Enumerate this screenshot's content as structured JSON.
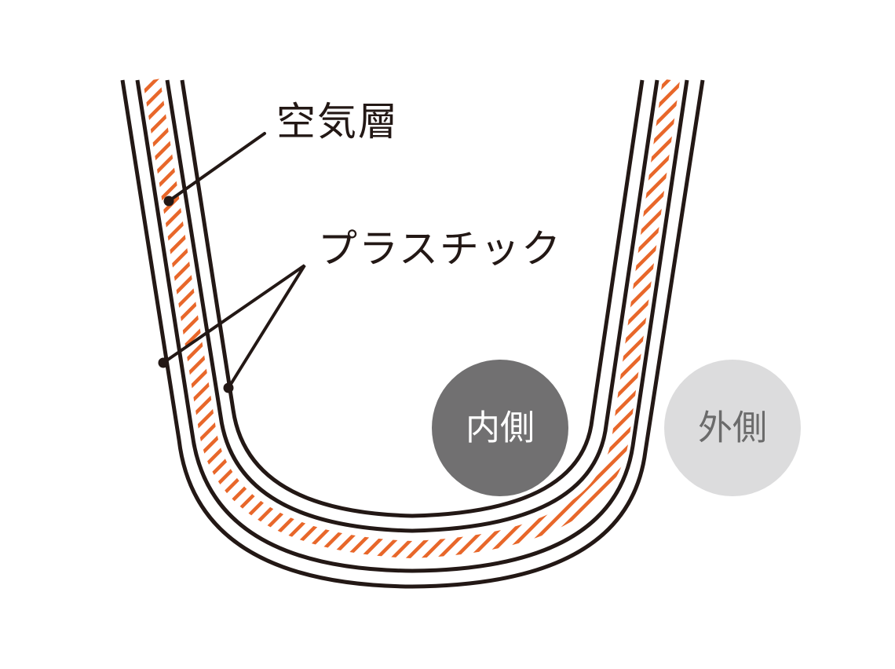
{
  "labels": {
    "air_layer": "空気層",
    "plastic": "プラスチック"
  },
  "badges": {
    "inner": "内側",
    "outer": "外側"
  },
  "colors": {
    "hatch": "#e8672a",
    "line": "#231815",
    "inner_badge_bg": "#717071",
    "inner_badge_text": "#ffffff",
    "outer_badge_bg": "#dcdcdd",
    "outer_badge_text": "#6b6b6b"
  }
}
